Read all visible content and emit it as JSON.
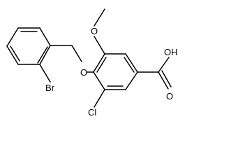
{
  "molecule": {
    "atoms": {
      "bromine": "Br",
      "ether_oxygen": "O",
      "methoxy_oxygen": "O",
      "chlorine": "Cl",
      "carboxylic_acid_oh": "OH",
      "carbonyl_oxygen": "O"
    },
    "colors": {
      "bond": "#000000",
      "label": "#000000",
      "background": "#ffffff"
    }
  }
}
